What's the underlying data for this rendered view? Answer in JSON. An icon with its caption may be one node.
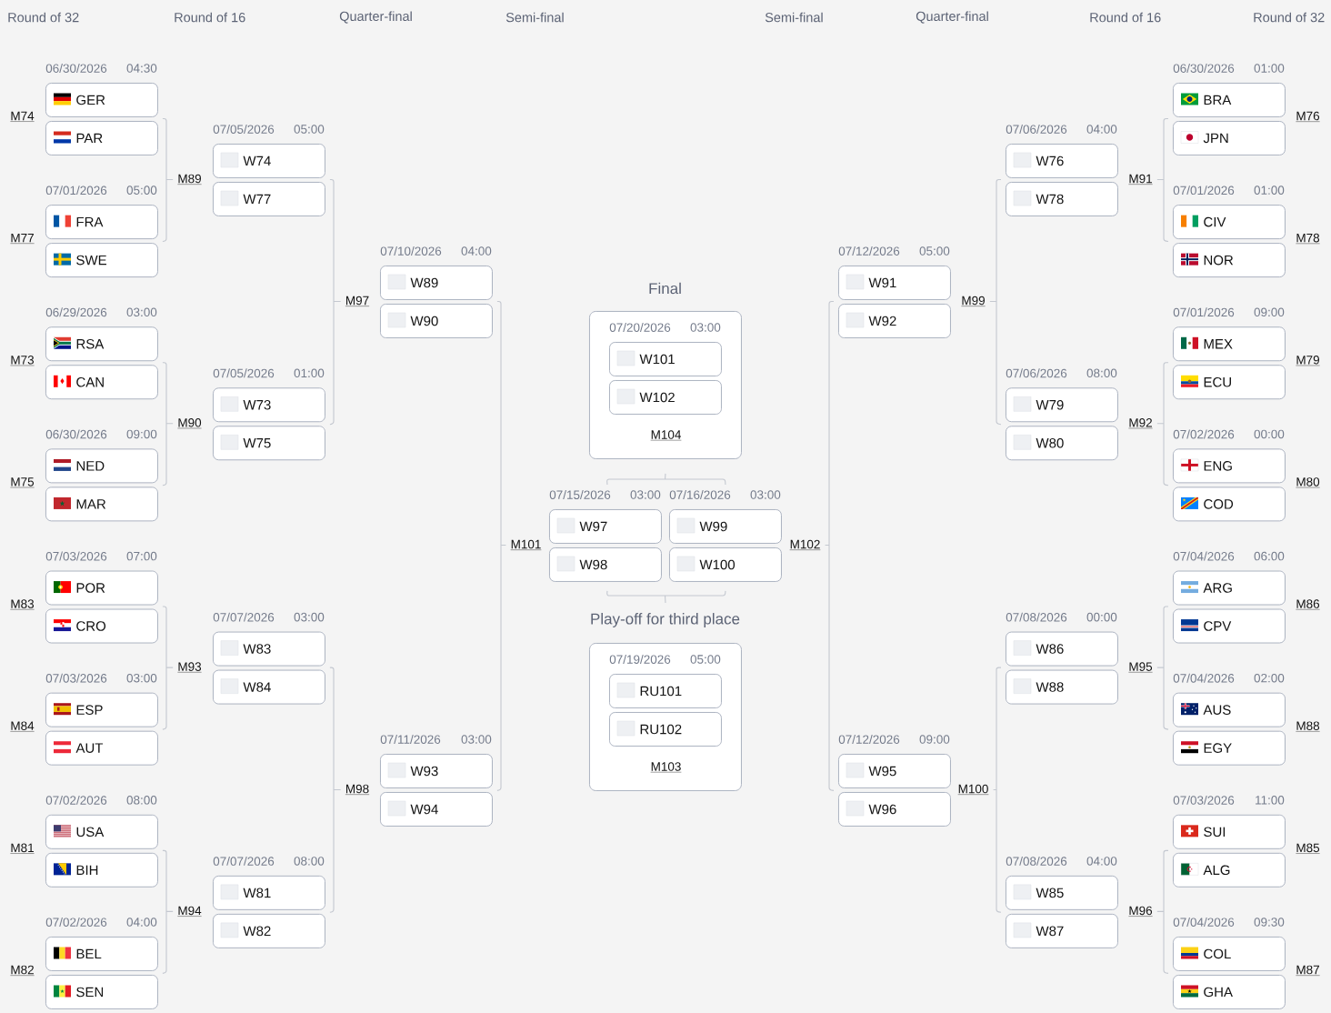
{
  "diagram": {
    "nodes": [
      {
        "text": [
          "GER"
        ],
        "beside": [
          "06/30/2026",
          "04:30"
        ]
      },
      {
        "text": [
          "PAR"
        ]
      },
      {
        "text": [
          "FRA"
        ],
        "beside": [
          "07/01/2026",
          "05:00"
        ]
      },
      {
        "text": [
          "SWE"
        ]
      },
      {
        "text": [
          "RSA"
        ],
        "beside": [
          "06/29/2026",
          "03:00"
        ]
      },
      {
        "text": [
          "CAN"
        ]
      },
      {
        "text": [
          "NED"
        ],
        "beside": [
          "06/30/2026",
          "09:00"
        ]
      },
      {
        "text": [
          "MAR"
        ]
      },
      {
        "text": [
          "POR"
        ],
        "beside": [
          "07/03/2026",
          "07:00"
        ]
      },
      {
        "text": [
          "CRO"
        ]
      },
      {
        "text": [
          "ESP"
        ],
        "beside": [
          "07/03/2026",
          "03:00"
        ]
      },
      {
        "text": [
          "AUT"
        ]
      },
      {
        "text": [
          "USA"
        ],
        "beside": [
          "07/02/2026",
          "08:00"
        ]
      },
      {
        "text": [
          "BIH"
        ]
      },
      {
        "text": [
          "BEL"
        ],
        "beside": [
          "07/02/2026",
          "04:00"
        ]
      },
      {
        "text": [
          "SEN"
        ]
      },
      {
        "text": [
          "M89"
        ]
      },
      {
        "text": [
          "M90"
        ]
      },
      {
        "text": [
          "M93"
        ]
      },
      {
        "text": [
          "M94"
        ]
      },
      {
        "text": [
          "W74"
        ],
        "beside": [
          "07/05/2026",
          "05:00"
        ]
      },
      {
        "text": [
          "W77"
        ]
      },
      {
        "text": [
          "W73"
        ],
        "beside": [
          "07/05/2026",
          "01:00"
        ]
      },
      {
        "text": [
          "W75"
        ]
      },
      {
        "text": [
          "W83"
        ],
        "beside": [
          "07/07/2026",
          "03:00"
        ]
      },
      {
        "text": [
          "W84"
        ]
      },
      {
        "text": [
          "W81"
        ],
        "beside": [
          "07/07/2026",
          "08:00"
        ]
      },
      {
        "text": [
          "W82"
        ]
      },
      {
        "text": [
          "M97"
        ]
      },
      {
        "text": [
          "M98"
        ]
      },
      {
        "text": [
          "W89"
        ],
        "beside": [
          "07/10/2026",
          "04:00"
        ]
      },
      {
        "text": [
          "W90"
        ]
      },
      {
        "text": [
          "W93"
        ],
        "beside": [
          "07/11/2026",
          "03:00"
        ]
      },
      {
        "text": [
          "W94"
        ]
      },
      {
        "text": [
          "M101"
        ]
      },
      {
        "text": [
          "Final",
          "M104"
        ]
      },
      {
        "text": [
          "W101"
        ],
        "in": 35,
        "beside": [
          "07/20/2026",
          "03:00"
        ]
      },
      {
        "text": [
          "W102"
        ],
        "in": 35
      },
      {
        "text": [
          "W97"
        ],
        "beside": [
          "07/15/2026",
          "03:00"
        ]
      },
      {
        "text": [
          "W98"
        ]
      },
      {
        "text": [
          "W99"
        ],
        "beside": [
          "07/16/2026",
          "03:00"
        ]
      },
      {
        "text": [
          "W100"
        ]
      },
      {
        "text": [
          "Play-off for third place",
          "M103"
        ]
      },
      {
        "text": [
          "RU101"
        ],
        "in": 42,
        "beside": [
          "07/19/2026",
          "05:00"
        ]
      },
      {
        "text": [
          "RU102"
        ],
        "in": 42
      },
      {
        "text": [
          "M102"
        ]
      },
      {
        "text": [
          "W91"
        ],
        "beside": [
          "07/12/2026",
          "05:00"
        ]
      },
      {
        "text": [
          "W92"
        ]
      },
      {
        "text": [
          "W95"
        ],
        "beside": [
          "07/12/2026",
          "09:00"
        ]
      },
      {
        "text": [
          "W96"
        ]
      },
      {
        "text": [
          "M99"
        ]
      },
      {
        "text": [
          "M100"
        ]
      },
      {
        "text": [
          "W76"
        ],
        "beside": [
          "07/06/2026",
          "04:00"
        ]
      },
      {
        "text": [
          "W78"
        ]
      },
      {
        "text": [
          "W79"
        ],
        "beside": [
          "07/06/2026",
          "08:00"
        ]
      },
      {
        "text": [
          "W80"
        ]
      },
      {
        "text": [
          "W86"
        ],
        "beside": [
          "07/08/2026",
          "00:00"
        ]
      },
      {
        "text": [
          "W88"
        ]
      },
      {
        "text": [
          "W85"
        ],
        "beside": [
          "07/08/2026",
          "04:00"
        ]
      },
      {
        "text": [
          "W87"
        ]
      },
      {
        "text": [
          "M91"
        ]
      },
      {
        "text": [
          "M92"
        ]
      },
      {
        "text": [
          "M95"
        ]
      },
      {
        "text": [
          "M96"
        ]
      },
      {
        "text": [
          "BRA"
        ],
        "beside": [
          "06/30/2026",
          "01:00"
        ]
      },
      {
        "text": [
          "JPN"
        ]
      },
      {
        "text": [
          "CIV"
        ],
        "beside": [
          "07/01/2026",
          "01:00"
        ]
      },
      {
        "text": [
          "NOR"
        ]
      },
      {
        "text": [
          "MEX"
        ],
        "beside": [
          "07/01/2026",
          "09:00"
        ]
      },
      {
        "text": [
          "ECU"
        ]
      },
      {
        "text": [
          "ENG"
        ],
        "beside": [
          "07/02/2026",
          "00:00"
        ]
      },
      {
        "text": [
          "COD"
        ]
      },
      {
        "text": [
          "ARG"
        ],
        "beside": [
          "07/04/2026",
          "06:00"
        ]
      },
      {
        "text": [
          "CPV"
        ]
      },
      {
        "text": [
          "AUS"
        ],
        "beside": [
          "07/04/2026",
          "02:00"
        ]
      },
      {
        "text": [
          "EGY"
        ]
      },
      {
        "text": [
          "SUI"
        ],
        "beside": [
          "07/03/2026",
          "11:00"
        ]
      },
      {
        "text": [
          "ALG"
        ]
      },
      {
        "text": [
          "COL"
        ],
        "beside": [
          "07/04/2026",
          "09:30"
        ]
      },
      {
        "text": [
          "GHA"
        ]
      }
    ],
    "edges": [
      {
        "from": 1,
        "to": 16,
        "arrow": "none"
      },
      {
        "from": 2,
        "to": 16,
        "arrow": "none"
      },
      {
        "from": 5,
        "to": 17,
        "arrow": "none"
      },
      {
        "from": 6,
        "to": 17,
        "arrow": "none"
      },
      {
        "from": 9,
        "to": 18,
        "arrow": "none"
      },
      {
        "from": 10,
        "to": 18,
        "arrow": "none"
      },
      {
        "from": 13,
        "to": 19,
        "arrow": "none"
      },
      {
        "from": 14,
        "to": 19,
        "arrow": "none"
      },
      {
        "from": 21,
        "to": 28,
        "arrow": "none"
      },
      {
        "from": 22,
        "to": 28,
        "arrow": "none"
      },
      {
        "from": 25,
        "to": 29,
        "arrow": "none"
      },
      {
        "from": 26,
        "to": 29,
        "arrow": "none"
      },
      {
        "from": 31,
        "to": 34,
        "arrow": "none"
      },
      {
        "from": 32,
        "to": 34,
        "arrow": "none"
      },
      {
        "from": 38,
        "to": 35,
        "arrow": "none"
      },
      {
        "from": 40,
        "to": 35,
        "arrow": "none"
      },
      {
        "from": 39,
        "to": 42,
        "arrow": "none"
      },
      {
        "from": 41,
        "to": 42,
        "arrow": "none"
      },
      {
        "from": 47,
        "to": 45,
        "arrow": "none"
      },
      {
        "from": 48,
        "to": 45,
        "arrow": "none"
      },
      {
        "from": 53,
        "to": 50,
        "arrow": "none"
      },
      {
        "from": 54,
        "to": 50,
        "arrow": "none"
      },
      {
        "from": 57,
        "to": 51,
        "arrow": "none"
      },
      {
        "from": 58,
        "to": 51,
        "arrow": "none"
      },
      {
        "from": 65,
        "to": 60,
        "arrow": "none"
      },
      {
        "from": 66,
        "to": 60,
        "arrow": "none"
      },
      {
        "from": 69,
        "to": 61,
        "arrow": "none"
      },
      {
        "from": 70,
        "to": 61,
        "arrow": "none"
      },
      {
        "from": 73,
        "to": 62,
        "arrow": "none"
      },
      {
        "from": 74,
        "to": 62,
        "arrow": "none"
      },
      {
        "from": 77,
        "to": 63,
        "arrow": "none"
      },
      {
        "from": 78,
        "to": 63,
        "arrow": "none"
      }
    ],
    "labels": [
      "Round of 32",
      "Round of 16",
      "Quarter-final",
      "Semi-final",
      "Semi-final",
      "Quarter-final",
      "Round of 16",
      "Round of 32",
      "M74",
      "M77",
      "M73",
      "M75",
      "M83",
      "M84",
      "M81",
      "M82",
      "M76",
      "M78",
      "M79",
      "M80",
      "M86",
      "M88",
      "M85",
      "M87"
    ]
  }
}
